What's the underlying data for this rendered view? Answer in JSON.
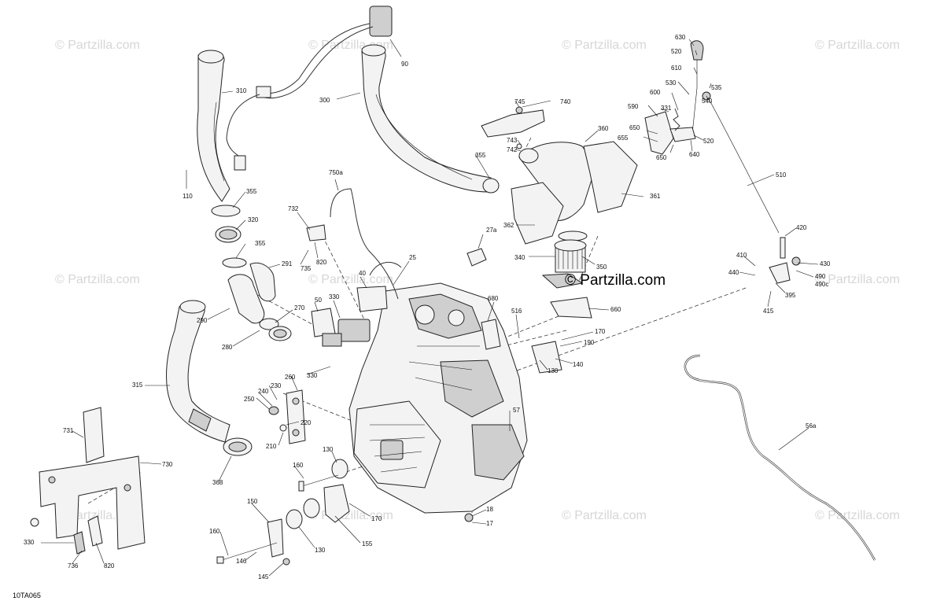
{
  "watermark": {
    "text": "© Partzilla.com",
    "color": "#d6d6d6"
  },
  "brand": {
    "text": "© Partzilla.com",
    "color": "#000000"
  },
  "figure_code": "10TA065",
  "callouts": {
    "c630": "630",
    "c520a": "520",
    "c610": "610",
    "c530": "530",
    "c535": "535",
    "c540": "540",
    "c600": "600",
    "c331": "331",
    "c590": "590",
    "c650a": "650",
    "c655": "655",
    "c650b": "650",
    "c640": "640",
    "c520b": "520",
    "c510": "510",
    "c420": "420",
    "c410": "410",
    "c430": "430",
    "c440": "440",
    "c490": "490",
    "c490c": "490c",
    "c395": "395",
    "c415": "415",
    "c90": "90",
    "c300": "300",
    "c310": "310",
    "c110": "110",
    "c355a": "355",
    "c320": "320",
    "c355b": "355",
    "c291": "291",
    "c290": "290",
    "c280": "280",
    "c270": "270",
    "c315": "315",
    "c368": "368",
    "c745": "745",
    "c740": "740",
    "c743": "743",
    "c742": "742",
    "c360": "360",
    "c355c": "355",
    "c361": "361",
    "c362": "362",
    "c27a": "27a",
    "c340": "340",
    "c350": "350",
    "c750a": "750a",
    "c732": "732",
    "c820a": "820",
    "c735": "735",
    "c25": "25",
    "c40": "40",
    "c50": "50",
    "c330a": "330",
    "c680": "680",
    "c660": "660",
    "c516": "516",
    "c170a": "170",
    "c190": "190",
    "c140": "140",
    "c130a": "130",
    "c330b": "330",
    "c260": "260",
    "c230": "230",
    "c240": "240",
    "c250": "250",
    "c220": "220",
    "c210": "210",
    "c57": "57",
    "c731": "731",
    "c730": "730",
    "c330c": "330",
    "c736": "736",
    "c820b": "820",
    "c130b": "130",
    "c160a": "160",
    "c170b": "170",
    "c18": "18",
    "c17": "17",
    "c150": "150",
    "c130c": "130",
    "c155": "155",
    "c160b": "160",
    "c146": "146",
    "c145": "145",
    "c56a": "56a"
  }
}
